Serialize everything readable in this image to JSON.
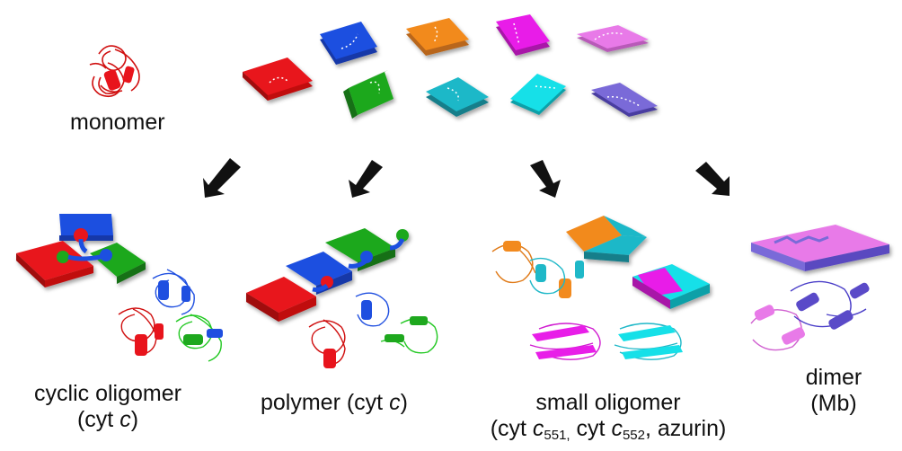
{
  "labels": {
    "monomer": "monomer",
    "cyclic_line1": "cyclic oligomer",
    "cyclic_line2_pre": "(cyt ",
    "cyclic_line2_it": "c",
    "cyclic_line2_post": ")",
    "polymer_pre": "polymer (cyt ",
    "polymer_it": "c",
    "polymer_post": ")",
    "small_line1": "small oligomer",
    "small_p1": "(cyt ",
    "small_c1": "c",
    "small_sub1": "551,",
    "small_p2": " cyt ",
    "small_c2": "c",
    "small_sub2": "552",
    "small_p3": ", azurin)",
    "dimer_line1": "dimer",
    "dimer_line2": "(Mb)"
  },
  "colors": {
    "red": "#e8141c",
    "blue": "#1f4fe0",
    "orange": "#f28a1e",
    "magenta": "#e81ee8",
    "pink": "#e87ae8",
    "green": "#1ea81e",
    "cyan_teal": "#1fb8c8",
    "cyan": "#16e0e8",
    "lavender": "#7a6ad8",
    "arrow": "#111111"
  }
}
